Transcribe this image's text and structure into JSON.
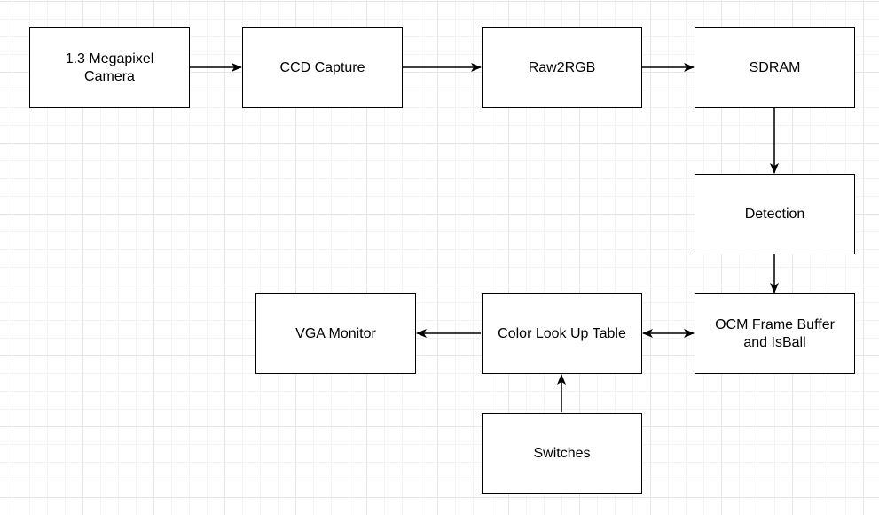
{
  "diagram": {
    "nodes": {
      "camera": "1.3 Megapixel\nCamera",
      "ccd_capture": "CCD Capture",
      "raw2rgb": "Raw2RGB",
      "sdram": "SDRAM",
      "detection": "Detection",
      "ocm_frame_buffer": "OCM Frame Buffer\nand IsBall",
      "color_lut": "Color Look Up Table",
      "vga_monitor": "VGA Monitor",
      "switches": "Switches"
    },
    "edges": [
      {
        "from": "camera",
        "to": "ccd_capture",
        "direction": "forward"
      },
      {
        "from": "ccd_capture",
        "to": "raw2rgb",
        "direction": "forward"
      },
      {
        "from": "raw2rgb",
        "to": "sdram",
        "direction": "forward"
      },
      {
        "from": "sdram",
        "to": "detection",
        "direction": "forward"
      },
      {
        "from": "detection",
        "to": "ocm_frame_buffer",
        "direction": "forward"
      },
      {
        "from": "color_lut",
        "to": "ocm_frame_buffer",
        "direction": "bidirectional"
      },
      {
        "from": "color_lut",
        "to": "vga_monitor",
        "direction": "forward"
      },
      {
        "from": "switches",
        "to": "color_lut",
        "direction": "forward"
      }
    ],
    "colors": {
      "stroke": "#000000",
      "box_fill": "#ffffff",
      "grid": "#e6e6e6"
    }
  }
}
